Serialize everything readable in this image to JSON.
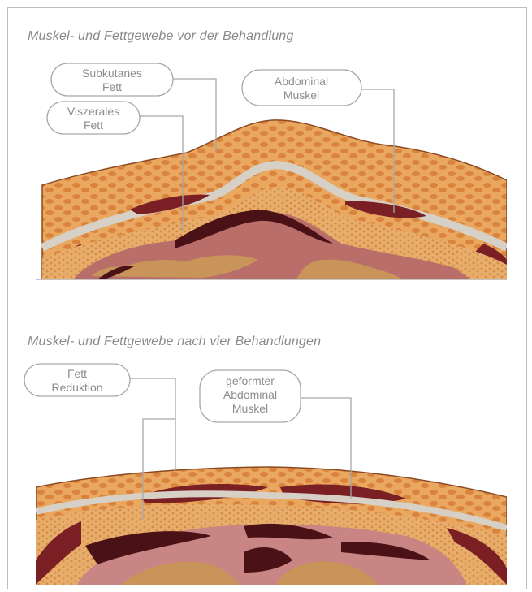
{
  "before": {
    "caption": "Muskel- und Fettgewebe vor der Behandlung",
    "labels": {
      "subcutaneous_l1": "Subkutanes",
      "subcutaneous_l2": "Fett",
      "abdominal_l1": "Abdominal",
      "abdominal_l2": "Muskel",
      "visceral_l1": "Viszerales",
      "visceral_l2": "Fett"
    }
  },
  "after": {
    "caption": "Muskel- und Fettgewebe nach vier Behandlungen",
    "labels": {
      "fat_reduction_l1": "Fett",
      "fat_reduction_l2": "Reduktion",
      "shaped_l1": "geformter",
      "shaped_l2": "Abdominal",
      "shaped_l3": "Muskel"
    }
  },
  "colors": {
    "fat": "#e8a45d",
    "fat_dark": "#c97937",
    "fascia": "#d8d2c9",
    "muscle": "#7a1f24",
    "organ": "#b96e6a",
    "organ_light": "#c98584",
    "organ_tan": "#c8945a",
    "dark": "#4a1117",
    "callout_stroke": "#a7a7a7"
  }
}
